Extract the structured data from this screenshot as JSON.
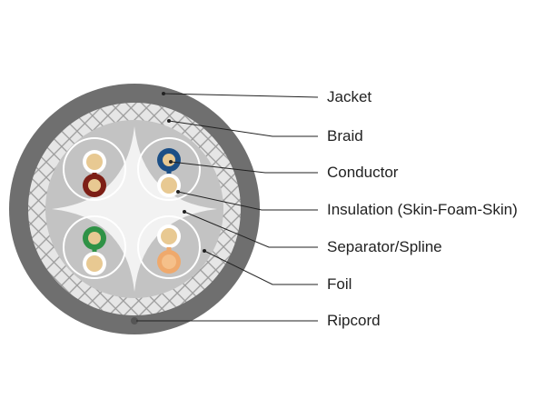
{
  "labels": {
    "jacket": "Jacket",
    "braid": "Braid",
    "conductor": "Conductor",
    "insulation": "Insulation (Skin-Foam-Skin)",
    "separator": "Separator/Spline",
    "foil": "Foil",
    "ripcord": "Ripcord"
  },
  "colors": {
    "jacket": "#6f6f6f",
    "braid_background": "#e6e6e6",
    "braid_mesh": "#9a9a9a",
    "foil": "#c3c3c3",
    "separator": "#f2f2f2",
    "pair_outline": "#ffffff",
    "insulation_foam": "#e8c992",
    "brown": "#7d1f16",
    "blue": "#1c4f86",
    "green": "#2f9246",
    "orange": "#efa96c",
    "leader_line": "#222222",
    "ripcord": "#555555"
  },
  "pairs": [
    {
      "name": "brown-pair",
      "color": "brown"
    },
    {
      "name": "blue-pair",
      "color": "blue"
    },
    {
      "name": "green-pair",
      "color": "green"
    },
    {
      "name": "orange-pair",
      "color": "orange"
    }
  ]
}
